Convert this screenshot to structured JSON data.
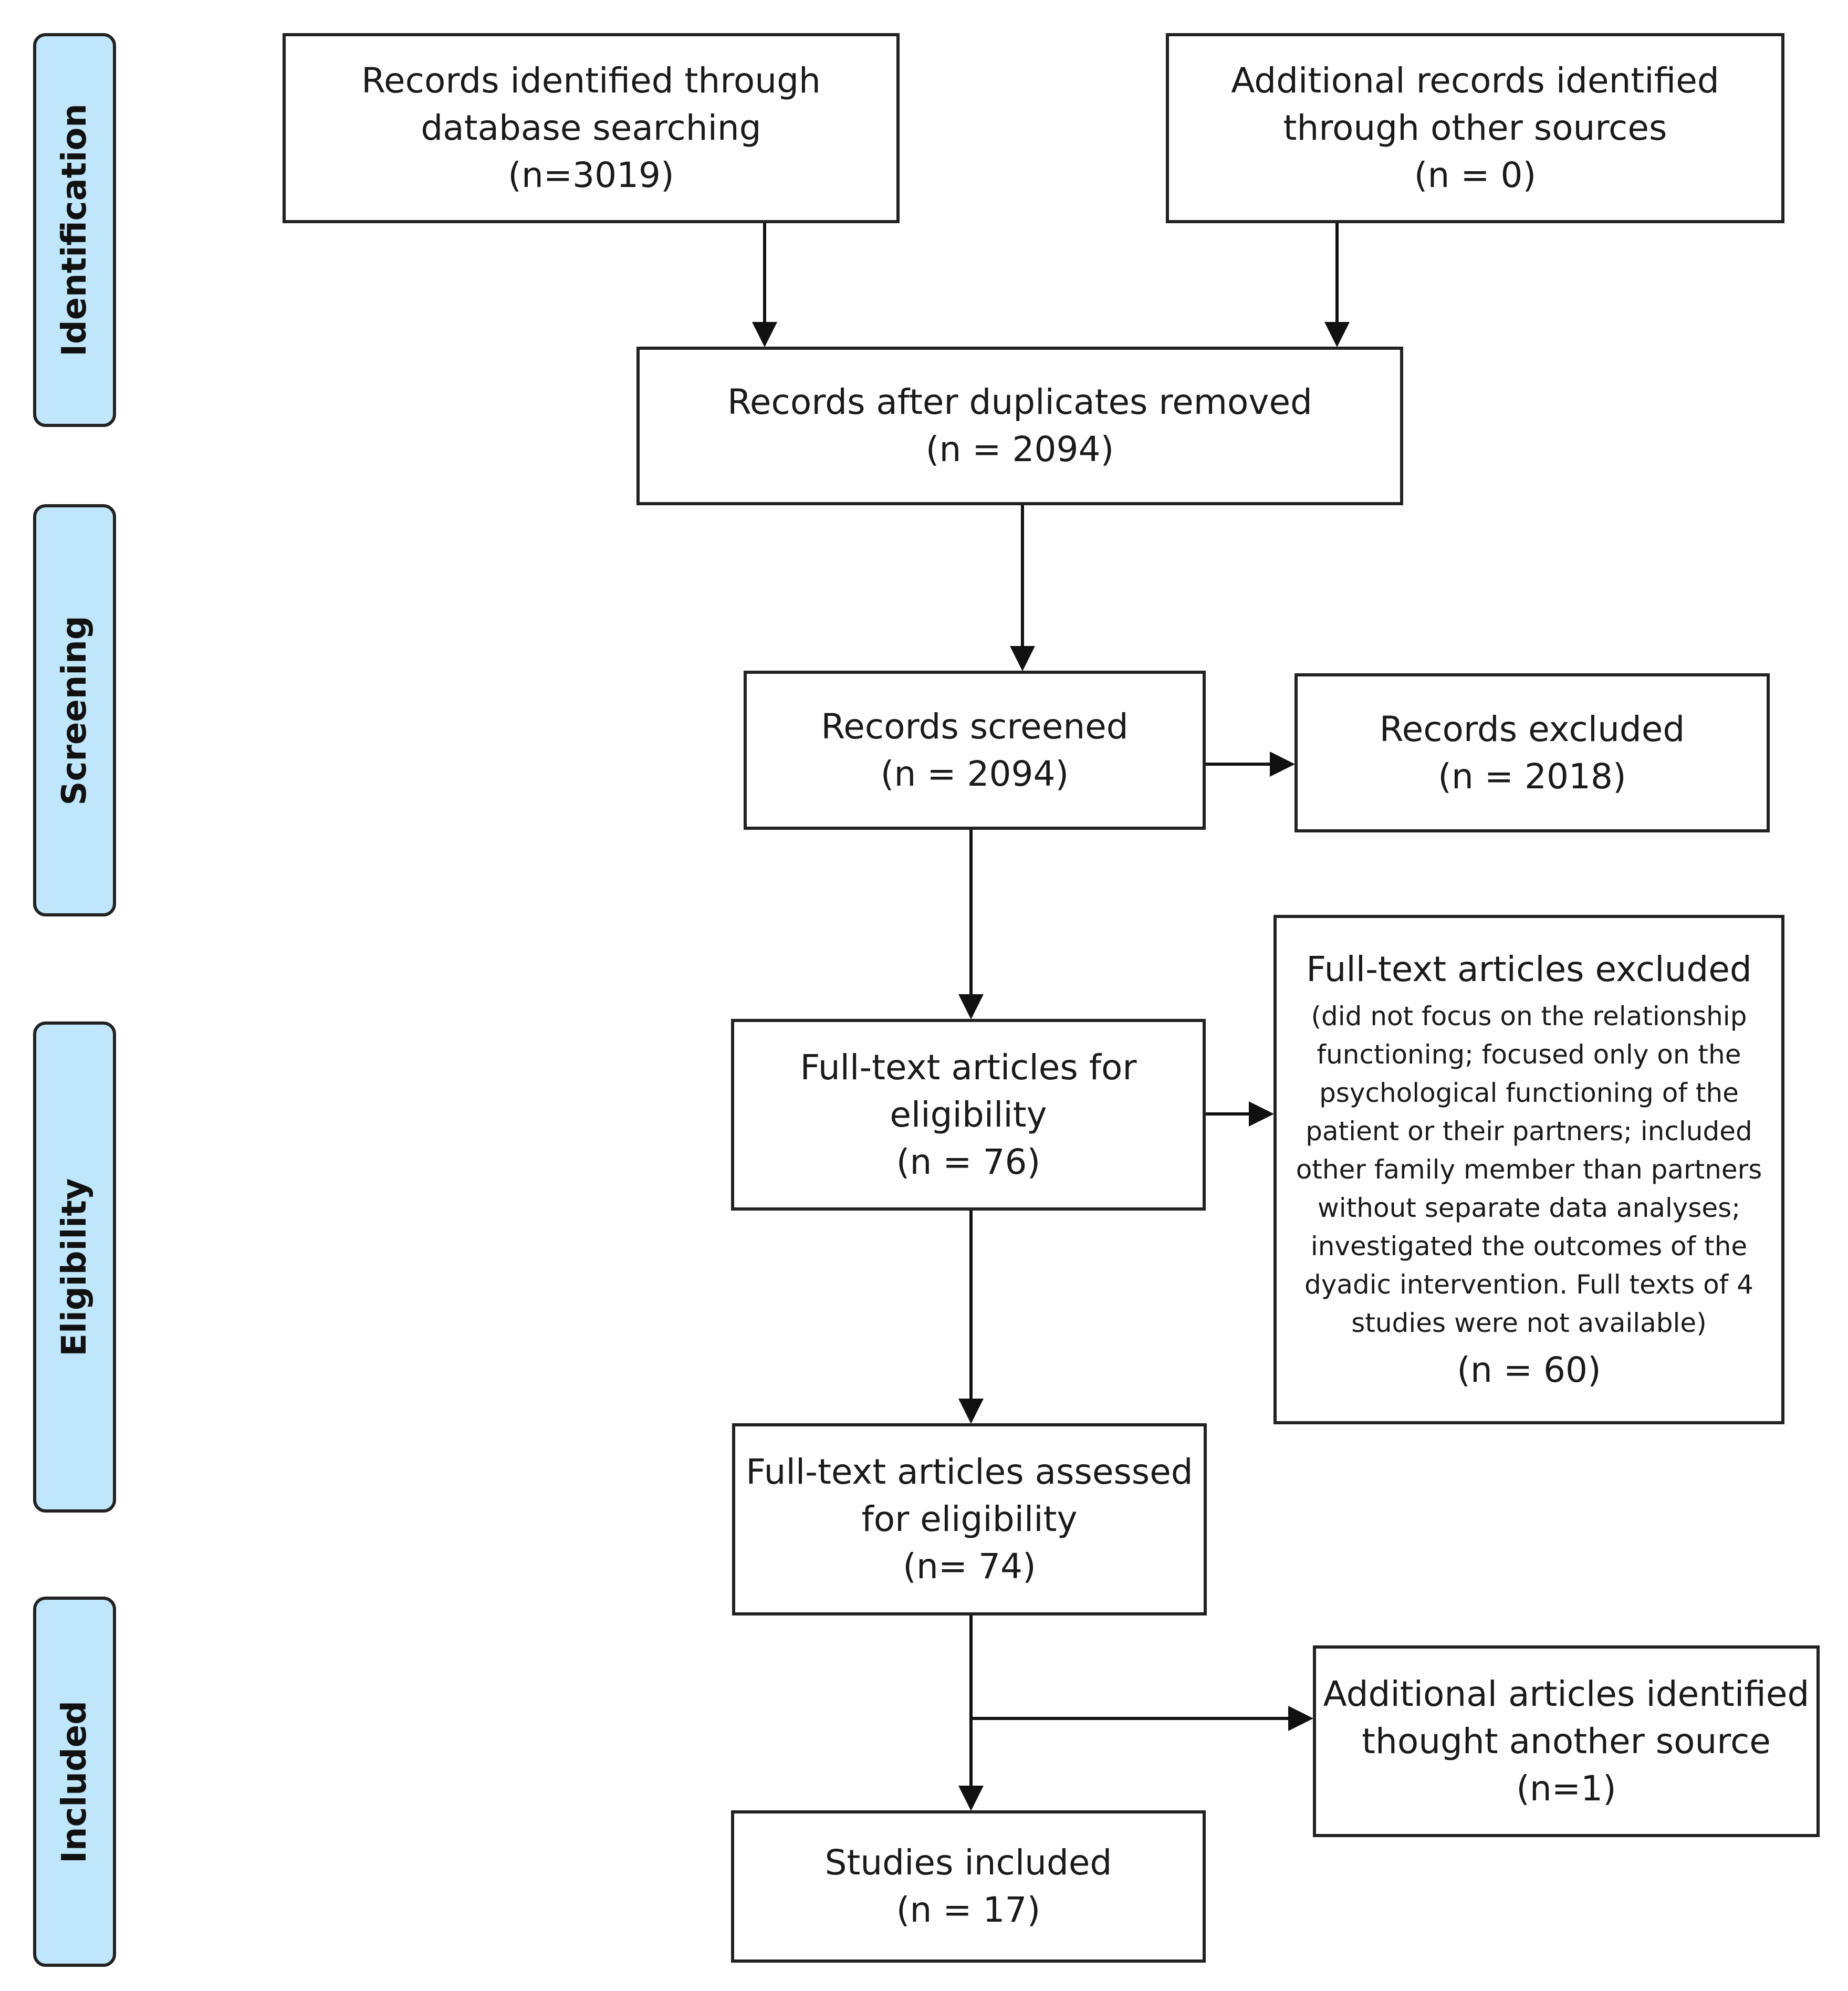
{
  "stages": {
    "identification": "Identification",
    "screening": "Screening",
    "eligibility": "Eligibility",
    "included": "Included"
  },
  "boxes": {
    "database_search": {
      "line1": "Records identified through",
      "line2": "database searching",
      "count": "(n=3019)"
    },
    "other_sources": {
      "line1": "Additional records identified",
      "line2": "through other sources",
      "count": "(n = 0)"
    },
    "after_duplicates": {
      "line1": "Records after duplicates removed",
      "count": "(n = 2094)"
    },
    "screened": {
      "line1": "Records screened",
      "count": "(n = 2094)"
    },
    "excluded": {
      "line1": "Records excluded",
      "count": "(n = 2018)"
    },
    "fulltext_eligibility": {
      "line1": "Full-text articles for",
      "line2": "eligibility",
      "count": "(n = 76)"
    },
    "fulltext_excluded": {
      "title": "Full-text articles excluded",
      "reasons": [
        "(did not focus on the relationship",
        "functioning; focused only on the",
        "psychological functioning of the",
        "patient or their partners; included",
        "other family member than partners",
        "without separate data analyses;",
        "investigated the outcomes of the",
        "dyadic intervention. Full texts of 4",
        "studies were not available)"
      ],
      "count": "(n = 60)"
    },
    "fulltext_assessed": {
      "line1": "Full-text articles assessed",
      "line2": "for eligibility",
      "count": "(n= 74)"
    },
    "additional_articles": {
      "line1": "Additional articles identified",
      "line2": "thought another source",
      "count": "(n=1)"
    },
    "studies_included": {
      "line1": "Studies included",
      "count": "(n = 17)"
    }
  }
}
